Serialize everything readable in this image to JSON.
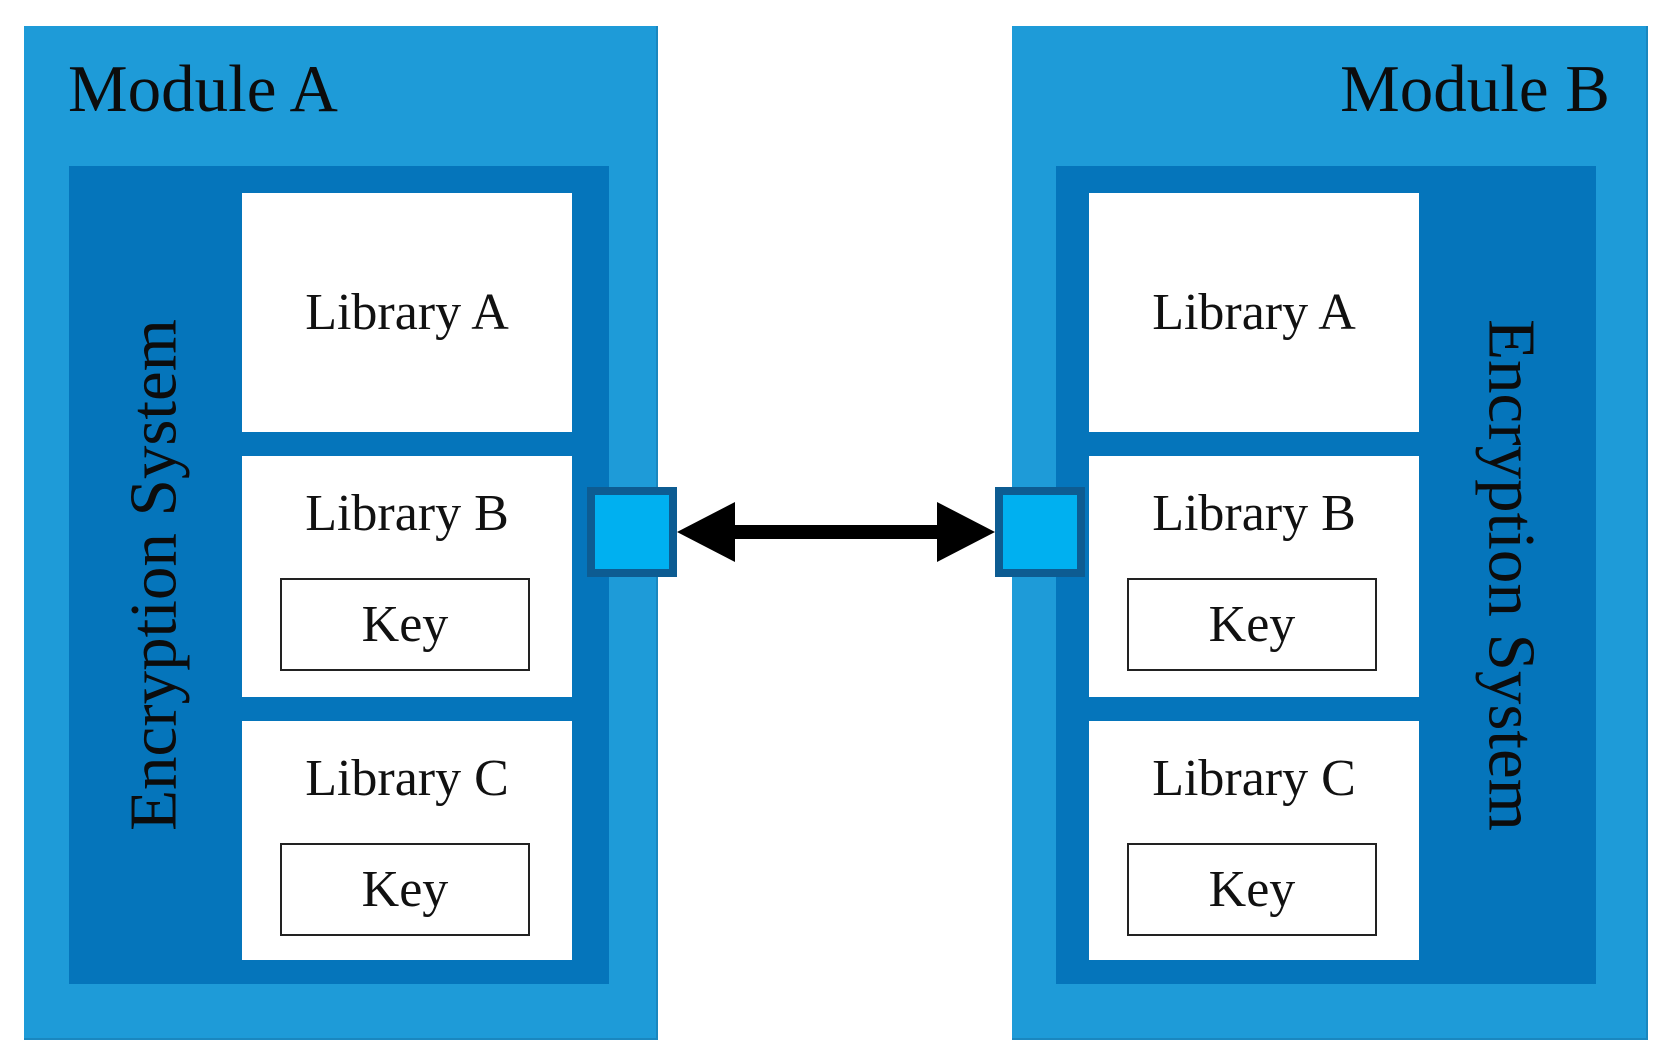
{
  "module_a": {
    "title": "Module A",
    "encryption_label": "Encryption System",
    "libraries": [
      {
        "name": "Library A"
      },
      {
        "name": "Library B",
        "key": "Key"
      },
      {
        "name": "Library C",
        "key": "Key"
      }
    ]
  },
  "module_b": {
    "title": "Module B",
    "encryption_label": "Encryption System",
    "libraries": [
      {
        "name": "Library A"
      },
      {
        "name": "Library B",
        "key": "Key"
      },
      {
        "name": "Library C",
        "key": "Key"
      }
    ]
  },
  "connection": {
    "type": "bidirectional-arrow",
    "from": "Module A",
    "to": "Module B"
  },
  "colors": {
    "module_fill": "#1e9bd8",
    "encryption_fill": "#0575bb",
    "library_fill": "#ffffff",
    "port_fill": "#00b0f0",
    "port_border": "#0d5c92",
    "arrow": "#000000"
  }
}
